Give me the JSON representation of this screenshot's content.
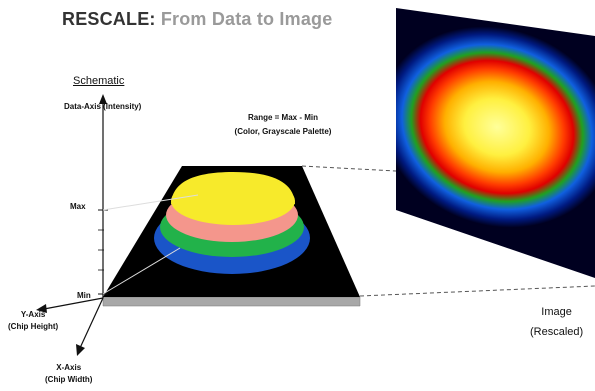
{
  "title": {
    "main": "RESCALE:",
    "sub": "From Data to Image"
  },
  "labels": {
    "schematic": "Schematic",
    "data_axis": "Data-Axis (Intensity)",
    "range_line1": "Range = Max - Min",
    "range_line2": "(Color, Grayscale Palette)",
    "max": "Max",
    "min": "Min",
    "y_axis_line1": "Y-Axis",
    "y_axis_line2": "(Chip Height)",
    "x_axis_line1": "X-Axis",
    "x_axis_line2": "(Chip Width)",
    "image_line1": "Image",
    "image_line2": "(Rescaled)"
  },
  "colors": {
    "plane": "#000000",
    "chip_edge": "#a8a8a8",
    "layer_blue": "#1a55c8",
    "layer_green": "#22b24a",
    "layer_salmon": "#f4968c",
    "layer_yellow": "#f7ea2b",
    "image_bg": "#000020"
  }
}
